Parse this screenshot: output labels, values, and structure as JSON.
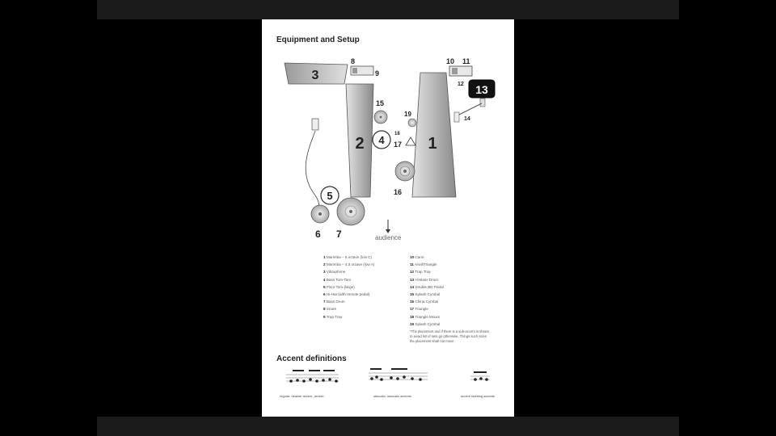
{
  "page": {
    "title": "Equipment and Setup",
    "audience_label": "audience",
    "accent_title": "Accent definitions"
  },
  "labels": {
    "n1": "1",
    "n2": "2",
    "n3": "3",
    "n4": "4",
    "n5": "5",
    "n6": "6",
    "n7": "7",
    "n8": "8",
    "n9": "9",
    "n10": "10",
    "n11": "11",
    "n12": "12",
    "n13": "13",
    "n14": "14",
    "n15": "15",
    "n16": "16",
    "n17": "17",
    "n18": "18",
    "n19": "19"
  },
  "legend_left": [
    {
      "num": "1",
      "text": "Marimba – 5 octave (low C)"
    },
    {
      "num": "2",
      "text": "Marimba – 4.3 octave (low A)"
    },
    {
      "num": "3",
      "text": "Vibraphone"
    },
    {
      "num": "4",
      "text": "Bass Tom-Tom"
    },
    {
      "num": "5",
      "text": "Floor Tom (large)"
    },
    {
      "num": "6",
      "text": "Hi-Hat (with remote pedal)"
    },
    {
      "num": "7",
      "text": "Bass Drum"
    },
    {
      "num": "8",
      "text": "Snare"
    },
    {
      "num": "9",
      "text": "Trap Tray"
    }
  ],
  "legend_right": [
    {
      "num": "10",
      "text": "Cans"
    },
    {
      "num": "11",
      "text": "Anvil/Triangle"
    },
    {
      "num": "12",
      "text": "Trap Tray"
    },
    {
      "num": "13",
      "text": "Hi-Bass Drum"
    },
    {
      "num": "14",
      "text": "Double BD Pedal"
    },
    {
      "num": "15",
      "text": "Splash Cymbal"
    },
    {
      "num": "16",
      "text": "China Cymbal"
    },
    {
      "num": "17",
      "text": "Triangle"
    },
    {
      "num": "18",
      "text": "Triangle Mount"
    },
    {
      "num": "19",
      "text": "Splash Cymbal"
    }
  ],
  "legend_note": "*The placement and if there is a sub-accent is shown to avoid list of sets go otherwise. Things such sizes the placement shall not move.",
  "accents": [
    {
      "caption": "regular, heavier accent, accent"
    },
    {
      "caption": "staccato, staccato accents"
    },
    {
      "caption": "accent marking accents"
    }
  ],
  "colors": {
    "background": "#000000",
    "page": "#ffffff",
    "ink": "#222222",
    "instrument_gray": "#b8b8b8"
  }
}
